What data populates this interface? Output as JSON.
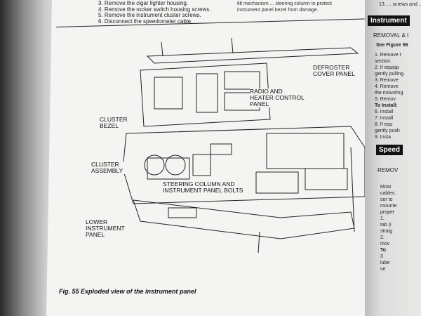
{
  "left_page": {
    "steps": [
      "3. Remove the cigar lighter housing.",
      "4. Remove the rocker switch housing screws.",
      "5. Remove the instrument cluster screws.",
      "6. Disconnect the speedometer cable."
    ],
    "note": [
      "tilt mechanism ... steering column to protect",
      "instrument panel bezel from damage."
    ],
    "figure": {
      "labels": {
        "defroster": "DEFROSTER COVER PANEL",
        "radio": "RADIO AND HEATER CONTROL PANEL",
        "cluster_bezel": "CLUSTER BEZEL",
        "cluster_assembly": "CLUSTER ASSEMBLY",
        "steering": "STEERING COLUMN AND INSTRUMENT PANEL BOLTS",
        "lower_panel": "LOWER INSTRUMENT PANEL"
      },
      "caption": "Fig. 55 Exploded view of the instrument panel"
    }
  },
  "right_page": {
    "top": "13. ... screws and ...",
    "section1": "Instrument",
    "sub1": "REMOVAL & I",
    "see": "See Figure 56",
    "lines": [
      "1. Remove t",
      "section.",
      "2. If equipp",
      "gently pulling.",
      "3. Remove",
      "4. Remove",
      "the mounting",
      "5. Remov",
      "To Install:",
      "6. Install",
      "7. Install",
      "8. If equ",
      "gently push",
      "9. Insta"
    ],
    "section2": "Speed",
    "sub2": "REMOV",
    "lines2": [
      "Most",
      "cables.",
      "sor to",
      "mounte",
      "proper",
      "1.",
      "tab (i",
      "straig",
      "2.",
      "mov",
      "To",
      "3",
      "lube",
      "ve"
    ]
  }
}
